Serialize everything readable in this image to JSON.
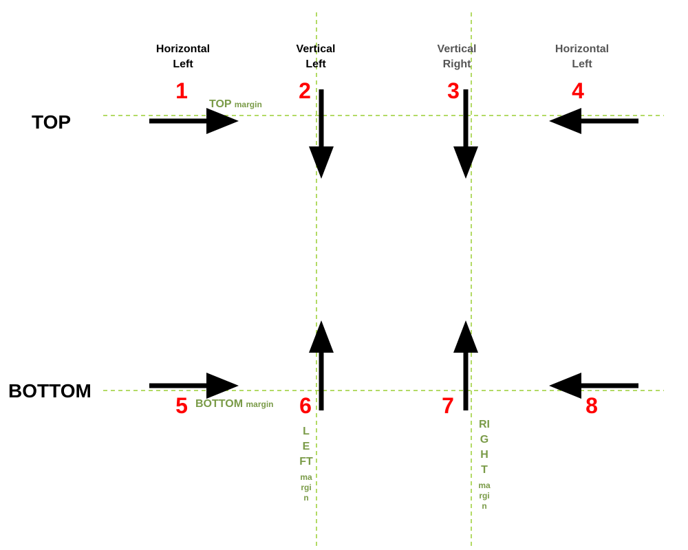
{
  "columns": [
    {
      "line1": "Horizontal",
      "line2": "Left"
    },
    {
      "line1": "Vertical",
      "line2": "Left"
    },
    {
      "line1": "Vertical",
      "line2": "Right"
    },
    {
      "line1": "Horizontal",
      "line2": "Left"
    }
  ],
  "rows": {
    "top": "TOP",
    "bottom": "BOTTOM"
  },
  "numbers": [
    "1",
    "2",
    "3",
    "4",
    "5",
    "6",
    "7",
    "8"
  ],
  "margins": {
    "top_word": "TOP",
    "top_suffix": "margin",
    "bottom_word": "BOTTOM",
    "bottom_suffix": "margin",
    "left_word": "LEFT",
    "left_suffix": "margin",
    "right_word": "RIGHT",
    "right_suffix": "margin"
  },
  "colors": {
    "guide": "#9acd32",
    "number": "#ff0000",
    "margin_text": "#7a9b48",
    "arrow": "#000000"
  }
}
